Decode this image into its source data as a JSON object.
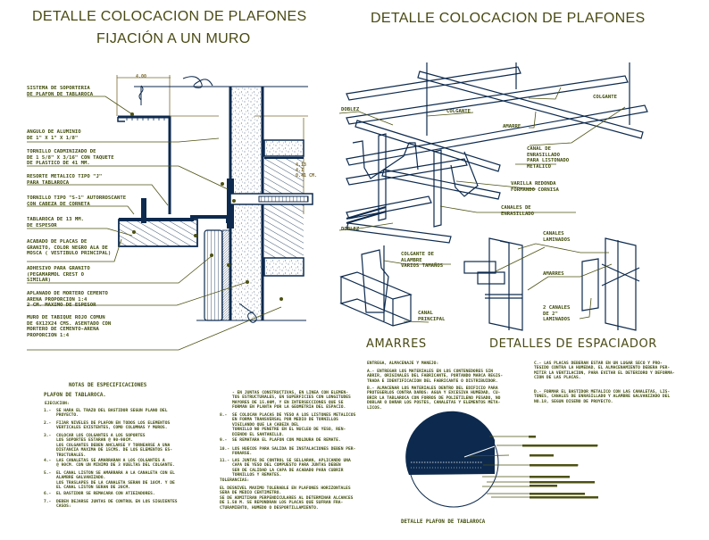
{
  "titles": {
    "left_line1": "DETALLE COLOCACION DE PLAFONES",
    "left_line2": "FIJACIÓN A UN MURO",
    "right": "DETALLE COLOCACION DE PLAFONES"
  },
  "colors": {
    "line": "#0d2a4e",
    "label": "#3f4b0a",
    "leader": "#4d5212",
    "dimension": "#7a6a32",
    "title": "#4a4a14"
  },
  "wall_detail": {
    "dimension_top": "4.00",
    "dimension_side": "4.13\n4.1\n0.41 cm.",
    "labels": [
      "SISTEMA DE SOPORTERIA\nDE PLAFON DE TABLAROCA",
      "ANGULO DE ALUMINIO\nDE 1\" X 1\" X 1/8\"",
      "TORNILLO CADMINIZADO DE\nDE 1 5/8\" x 3/16\" CON TAQUETE\nDE PLASTICO DE 41 mm.",
      "RESORTE METALICO TIPO \"J\"\nPARA TABLAROCA",
      "TORNILLO TIPO \"S-1\" AUTORROSCANTE\nCON CABEZA DE CORNETA",
      "TABLAROCA DE 13 mm.\nDE ESPESOR",
      "ACABADO DE PLACAS DE\nGRANITO, COLOR NEGRO ALA DE\nMOSCA ( VESTIBULO PRINCIPAL)",
      "ADHESIVO PARA GRANITO\n(PEGAMARMOL CREST O\nSIMILAR)",
      "APLANADO DE MORTERO CEMENTO\nARENA PROPORCION 1:4\n2 cm. MAXIMO DE ESPESOR",
      "MURO DE TABIQUE ROJO COMUN\nDE 6x12x24 cms. ASENTADO CON\nMORTERO DE CEMENTO-ARENA\nPROPORCION 1:4"
    ]
  },
  "iso_detail": {
    "labels": {
      "doblez_top": "DOBLEZ",
      "colgante_1": "COLGANTE",
      "colgante_2": "COLGANTE",
      "amarre": "AMARRE",
      "canal": "CANAL DE\nENRASILLADO\nPARA LISTONADO\nMETALICO",
      "varilla": "VARILLA REDONDA\nFORMANDO CORNISA",
      "canales": "CANALES DE\nENRASILLADO",
      "doblez_bottom": "DOBLEZ"
    }
  },
  "amarres_detail": {
    "title": "AMARRES",
    "labels": {
      "colgante": "COLGANTE DE\nALAMBRE\nVARIOS TAMAÑOS",
      "canal": "CANAL\nPRINCIPAL"
    }
  },
  "espaciador_detail": {
    "title": "DETALLES DE ESPACIADOR",
    "labels": {
      "canales": "CANALES\nLAMINADOS",
      "amarres": "AMARRES",
      "dos_canales": "2 CANALES\nDE 2\"\nLAMINADOS"
    }
  },
  "notes": {
    "heading": "NOTAS DE ESPECIFICACIONES",
    "subheading": "PLAFON DE TABLAROCA.",
    "section": "EJECUCION:",
    "items": [
      {
        "num": "1.-",
        "text": "SE HARA EL TRAZO DEL BASTIDOR SEGUN PLANO DEL\nPROYECTO."
      },
      {
        "num": "2.-",
        "text": "FIJAR NIVELES DE PLAFON EN TODOS LOS ELEMENTOS\nVERTICALES EXISTENTES, COMO COLUMNAS Y MUROS."
      },
      {
        "num": "3.-",
        "text": "COLOCAR LOS COLGANTES A LOS SOPORTES\nLOS SOPORTES ESTARAN @ 90-90cm.\nLOS COLGANTES DEBEN ANCLARSE Y TORNEARSE A UNA\nDISTANCIA MAXIMA DE 15cms. DE LOS ELEMENTOS ES-\nTRUCTURALES."
      },
      {
        "num": "4.-",
        "text": "LAS CANALETAS SE AMARRARAN A LOS COLGANTES A\n@ 90cm. CON UN MINIMO DE 3 VUELTAS DEL COLGANTE."
      },
      {
        "num": "5.-",
        "text": "EL CANAL LISTON SE AMARRARA A LA CANALETA CON EL\nALAMBRE GALVANIZADO.\nLOS TRASLAPES DE LA CANALETA SERAN DE 10cm. Y DE\nEL CANAL LISTON SERAN DE 20cm."
      },
      {
        "num": "6.-",
        "text": "EL BASTIDOR SE REMACARA CON ATIEZADORES."
      },
      {
        "num": "7.-",
        "text": "DEBEN DEJARSE JUNTAS DE CONTROL EN LOS SIGUIENTES\nCASOS:"
      }
    ],
    "items_col2": [
      {
        "num": "",
        "text": "- EN JUNTAS CONSTRUCTIVAS, EN LINEA CON ELEMEN-\nTOS ESTRUCTURALES, EN SUPERFICIES CON LONGITUDES\nMAYORES DE 15.00m, Y EN INTERSECCIONES QUE SE\nFORMAN EN PLANTA POR LA GEOMETRIA DEL ESPACIO."
      },
      {
        "num": "8.-",
        "text": "SE COLOCAN PLACAS DE YESO A LOS LISTONES METALICOS\nEN FORMA TRANSVERSAL POR MEDIO DE TORNILLOS\nVIGILANDO QUE LA CABEZA DEL\nTORNILLO NO PENETRE EN EL NUCLEO DE YESO, REN-\nDIENDO EL SANTANILLO."
      },
      {
        "num": "9.-",
        "text": "SE REMATARA EL PLAFON CON MOLDURA DE REMATE."
      },
      {
        "num": "10.-",
        "text": "LOS HUECOS PARA SALIDA DE INSTALACIONES DEBEN PER-\nFORARSE."
      },
      {
        "num": "11.-",
        "text": "LAS JUNTAS DE CONTROL SE SELLARAN, APLICANDO UNA\nCAPA DE YESO DEL COMPUESTO PARA JUNTAS DEBEN\nSER DE CALIDAD LA CAPA DE ACABADO PARA CUBRIR\nTORNILLOS Y REMATES."
      }
    ],
    "tolerancias_title": "TOLERANCIAS:",
    "tolerancias_text": "EL DESNIVEL MAXIMO TOLERABLE EN PLAFONES HORIZONTALES\nSERA DE MEDIO CENTIMETRO.\nSE DE ADMITIRAN PERPENDICULARES AL DETERMINAR ALCANCES\nDE 1.50 m. SE REPONDRAN LOS PLACAS QUE SUFRAN FRA-\nCTURAMIENTO, HUMEDO O DESPORTILLAMIENTO."
  },
  "storage_notes": {
    "heading": "ENTREGA, ALMACENAJE Y MANEJO:",
    "items": [
      "A.- ENTREGAR LOS MATERIALES EN LOS CONTENEDORES SIN\nABRIR, ORIGINALES DEL FABRICANTE, PORTANDO MARCA REGIS-\nTRADA E IDENTIFICACION DEL FABRICANTE O DISTRIBUIDOR.",
      "B.- ALMACENAR LOS MATERIALES DENTRO DEL EDIFICIO PARA\nPROTEGERLOS CONTRA DAÑOS: AGUA Y EXCESIVA HUMEDAD, CU-\nBRIR LA TABLAROCA CON FORROS DE POLIETILENO PESADO, NO\nDOBLAR O DAÑAR LOS POSTES, CANALETAS Y ELEMENTOS META-\nLICOS.",
      "C.- LAS PLACAS DEBERAN ESTAR EN UN LUGAR SECO Y PRO-\nTEGIDO CONTRA LA HUMEDAD, EL ALMACENAMIENTO DEBERA PER-\nMITIR LA VENTILACION, PARA EVITAR EL DETERIORO Y DEFORMA-\nCION DE LAS PLACAS.",
      "D.- FORMAR EL BASTIDOR METALICO CON LAS CANALETAS, LIS-\nTONES, CANALES DE ENRASILLADO Y ALAMBRE GALVANIZADO DEL\nNo.18, SEGUN DISEÑO DE PROYECTO."
    ]
  },
  "section_detail": {
    "title": "DETALLE PLAFON DE TABLAROCA"
  }
}
